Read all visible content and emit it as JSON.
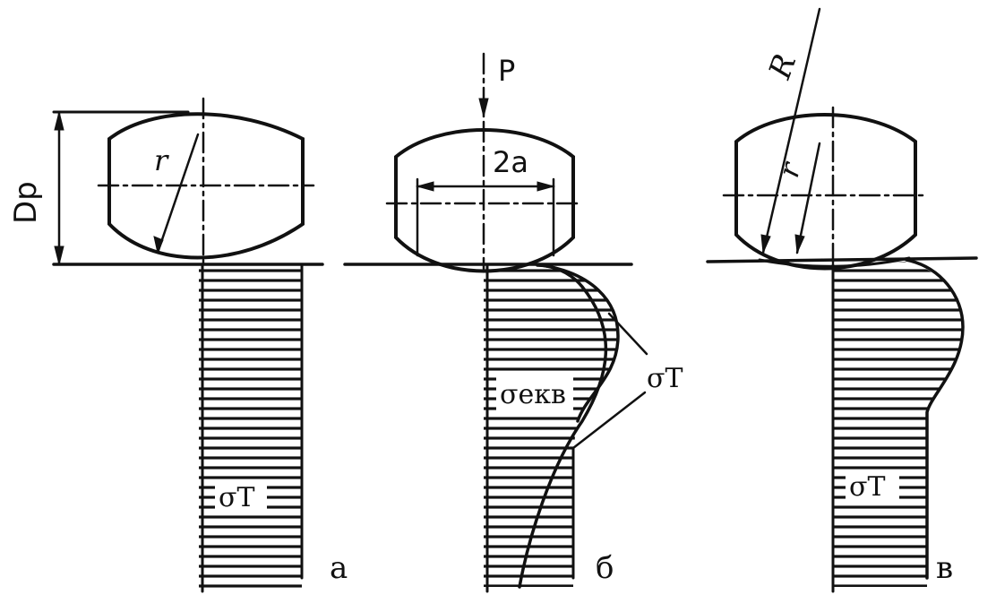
{
  "panels": [
    {
      "id": "a",
      "letter": "а",
      "dim_label": "Dp",
      "radius_label": "r",
      "stress_label": "σT"
    },
    {
      "id": "b",
      "letter": "б",
      "force_label": "P",
      "contact_label": "2a",
      "stress_eq_label": "σекв",
      "stress_label": "σT"
    },
    {
      "id": "c",
      "letter": "в",
      "big_radius_label": "R",
      "radius_label": "r",
      "stress_label": "σT"
    }
  ],
  "colors": {
    "ink": "#111111",
    "paper": "#ffffff"
  }
}
